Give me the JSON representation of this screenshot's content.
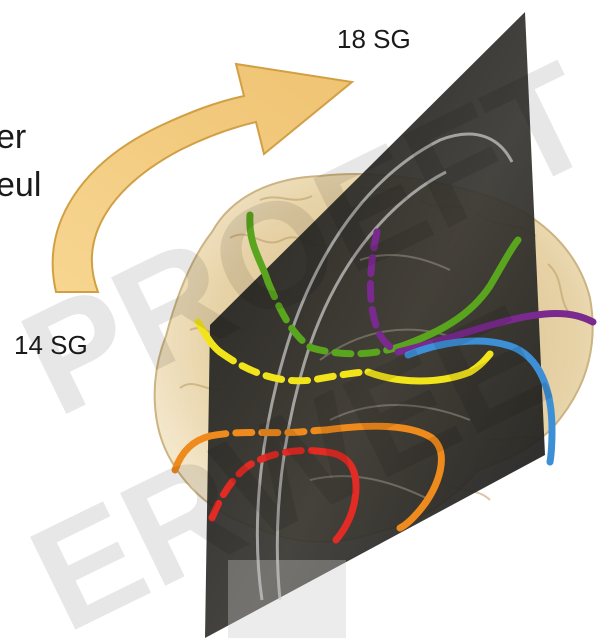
{
  "labels": {
    "top": "18 SG",
    "left": "14 SG",
    "partial_line_1": "er",
    "partial_line_2": "eul"
  },
  "watermark": {
    "line_1": "PROEFT",
    "line_2": "ERWEE"
  },
  "colors": {
    "arrow": "#f1c874",
    "arrow_edge": "#cf9a3b",
    "slice": "#0c0c0c",
    "brain": "#e8d3a7",
    "green": "#5aa51e",
    "purple": "#7a2a8e",
    "yellow": "#f2e41b",
    "blue": "#3d8fd6",
    "orange": "#ef8b1c",
    "red": "#e12b24"
  }
}
